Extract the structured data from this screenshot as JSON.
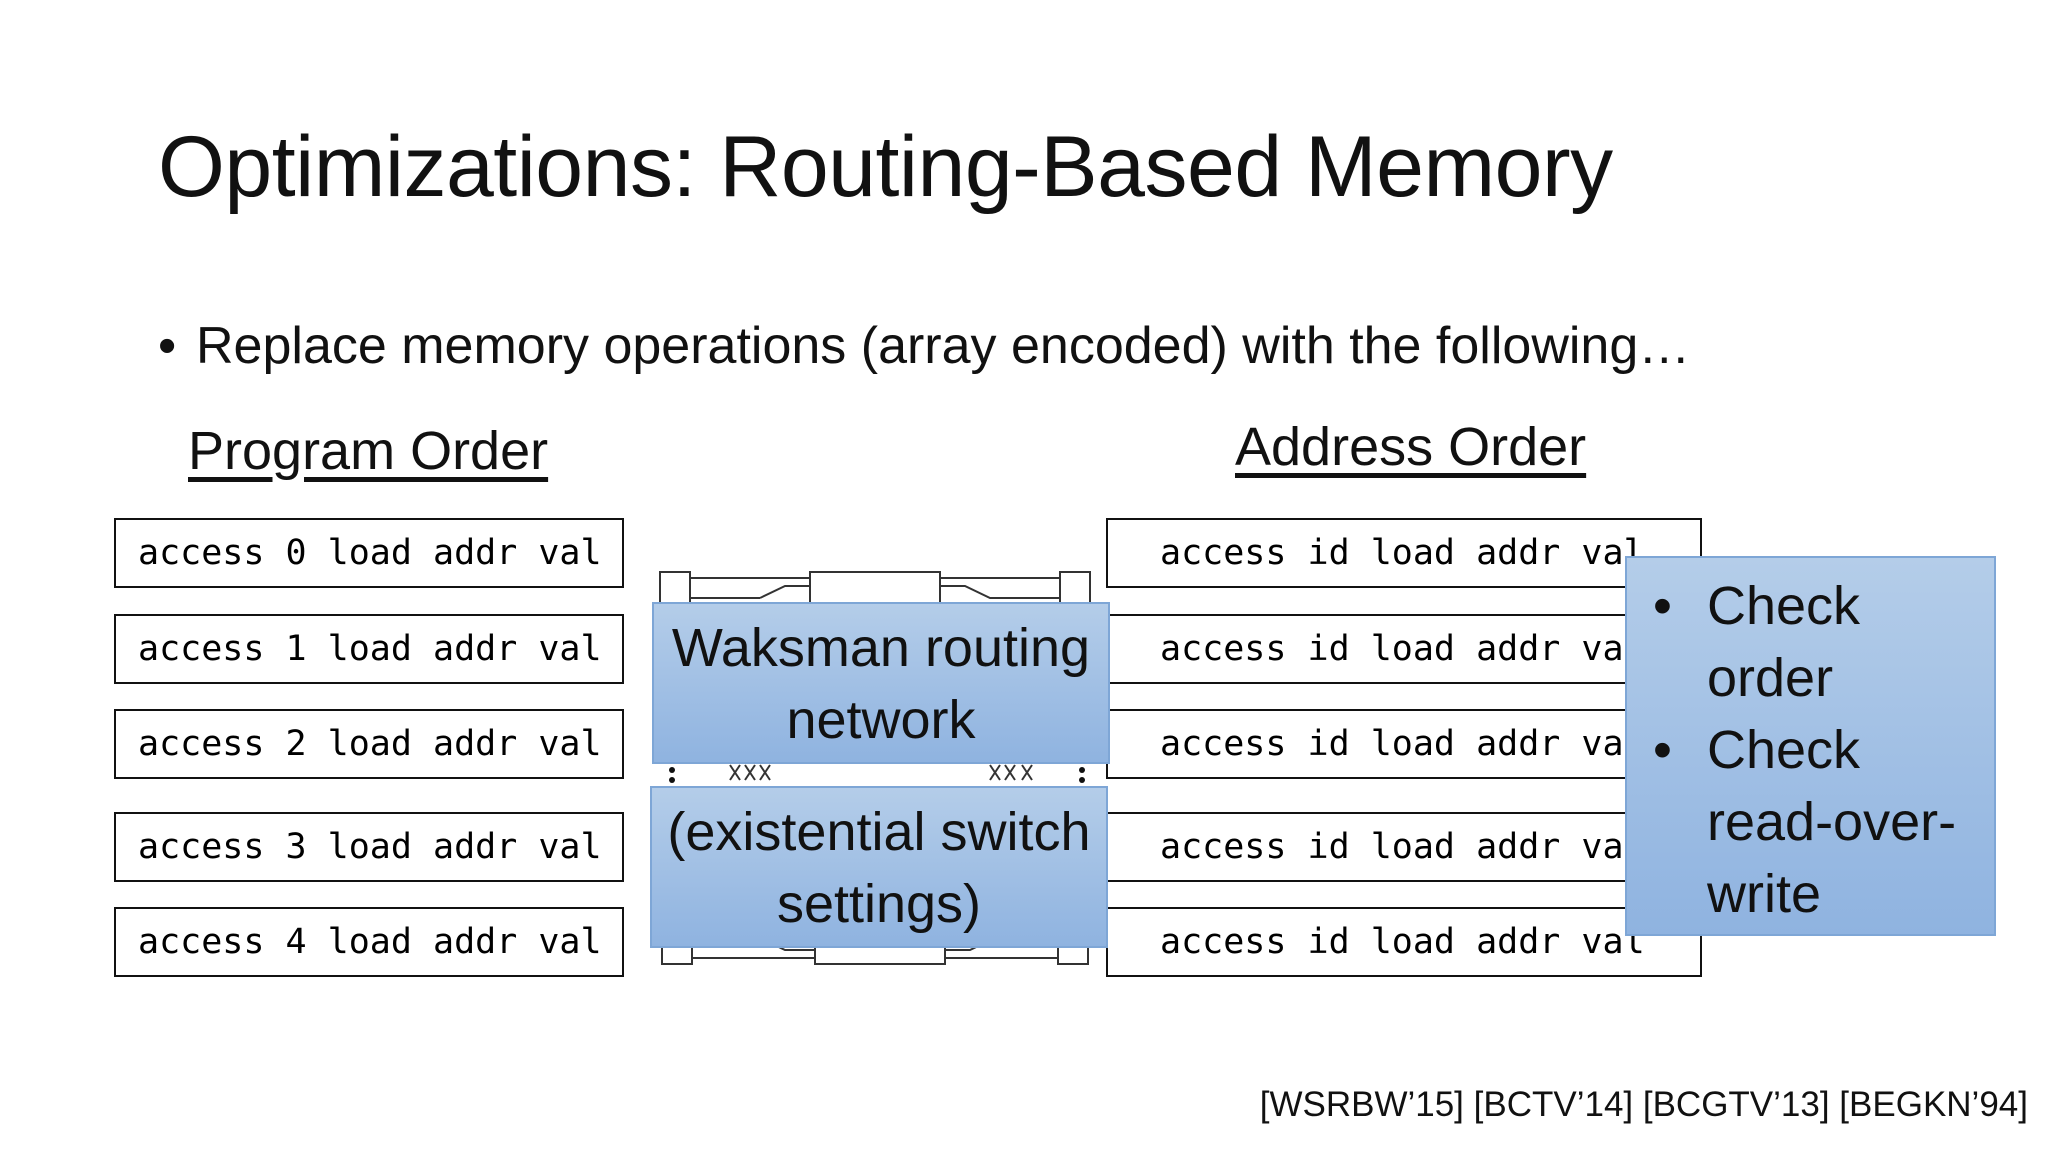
{
  "slide": {
    "title": "Optimizations: Routing-Based Memory",
    "bullet": "Replace memory operations (array encoded) with the following…"
  },
  "program_order": {
    "heading": "Program Order",
    "rows": [
      "access 0 load addr val",
      "access 1 load addr val",
      "access 2 load addr val",
      "access 3 load addr val",
      "access 4 load addr val"
    ]
  },
  "address_order": {
    "heading": "Address Order",
    "rows": [
      "access id load addr val",
      "access id load addr val",
      "access id load addr val",
      "access id load addr val",
      "access id load addr val"
    ]
  },
  "network": {
    "label_top": "Waksman routing network",
    "label_bottom": "(existential switch settings)"
  },
  "checks": {
    "items": [
      "Check order",
      "Check read-over-write"
    ]
  },
  "citations": "[WSRBW’15] [BCTV’14] [BCGTV’13] [BEGKN’94]",
  "colors": {
    "box_fill_top": "#b4cde9",
    "box_fill_bottom": "#8fb3e0",
    "box_border": "#7ea6d6"
  }
}
